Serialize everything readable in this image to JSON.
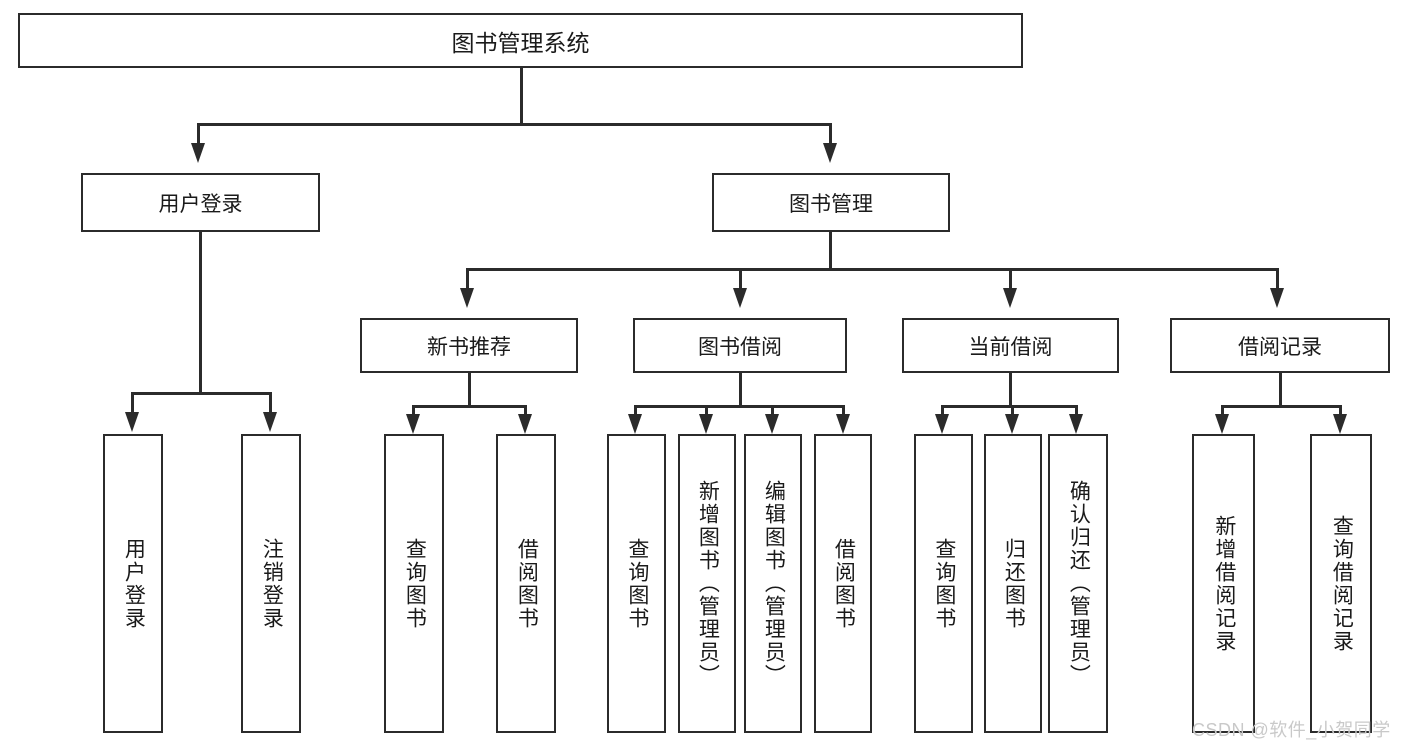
{
  "diagram": {
    "title": "图书管理系统",
    "watermark": "CSDN @软件_小贺同学",
    "level2": {
      "user_login": "用户登录",
      "book_manage": "图书管理"
    },
    "level3": {
      "new_book_recommend": "新书推荐",
      "book_borrow": "图书借阅",
      "current_borrow": "当前借阅",
      "borrow_record": "借阅记录"
    },
    "leaves": {
      "user_login_1": "用户登录",
      "user_login_2": "注销登录",
      "recommend_1": "查询图书",
      "recommend_2": "借阅图书",
      "borrow_1": "查询图书",
      "borrow_2": "新增图书（管理员）",
      "borrow_3": "编辑图书（管理员）",
      "borrow_4": "借阅图书",
      "current_1": "查询图书",
      "current_2": "归还图书",
      "current_3": "确认归还（管理员）",
      "record_1": "新增借阅记录",
      "record_2": "查询借阅记录"
    }
  }
}
